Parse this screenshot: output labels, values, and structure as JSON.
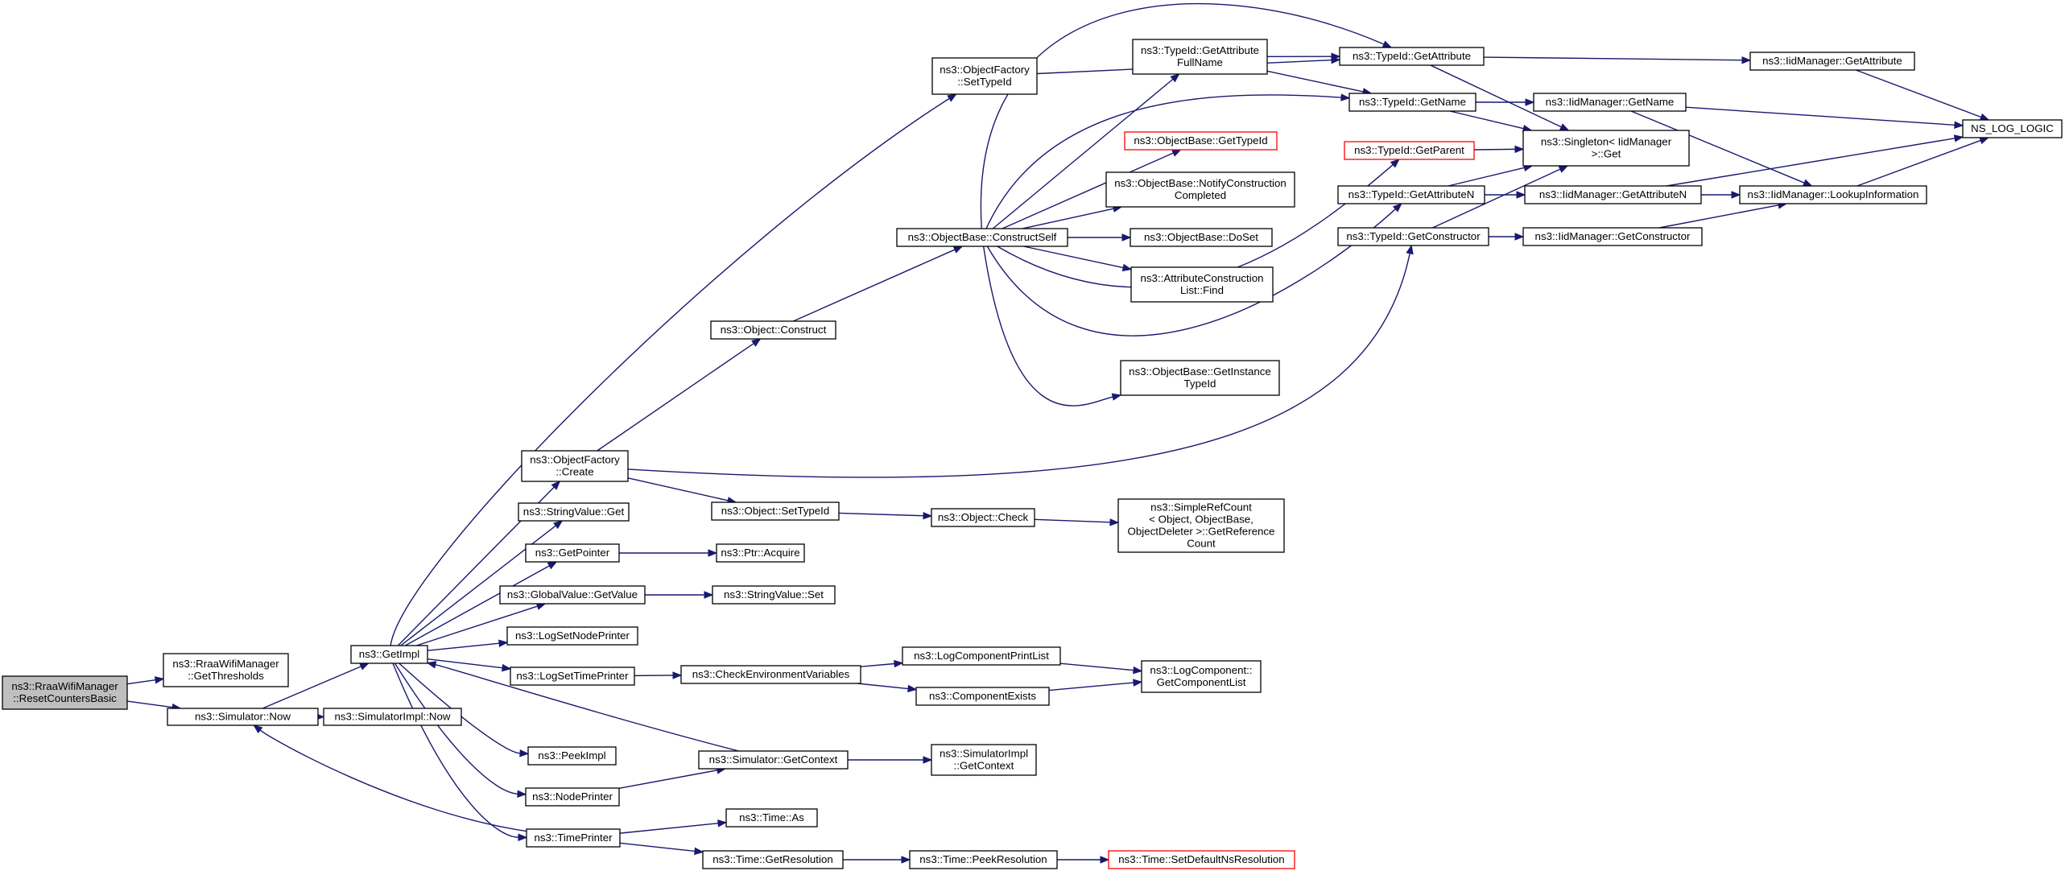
{
  "colors": {
    "edge": "#191970",
    "root_fill": "#bfbfbf",
    "highlight_border": "#ff0000"
  },
  "nodes": [
    {
      "id": "root",
      "lines": [
        "ns3::RraaWifiManager",
        "::ResetCountersBasic"
      ],
      "style": "root"
    },
    {
      "id": "getthresholds",
      "lines": [
        "ns3::RraaWifiManager",
        "::GetThresholds"
      ]
    },
    {
      "id": "simnow",
      "lines": [
        "ns3::Simulator::Now"
      ]
    },
    {
      "id": "simimplnow",
      "lines": [
        "ns3::SimulatorImpl::Now"
      ]
    },
    {
      "id": "getimpl",
      "lines": [
        "ns3::GetImpl"
      ]
    },
    {
      "id": "objfactorycreate",
      "lines": [
        "ns3::ObjectFactory",
        "::Create"
      ]
    },
    {
      "id": "stringvalueget",
      "lines": [
        "ns3::StringValue::Get"
      ]
    },
    {
      "id": "getpointer",
      "lines": [
        "ns3::GetPointer"
      ]
    },
    {
      "id": "globalvaluegetvalue",
      "lines": [
        "ns3::GlobalValue::GetValue"
      ]
    },
    {
      "id": "logsetnodeprinter",
      "lines": [
        "ns3::LogSetNodePrinter"
      ]
    },
    {
      "id": "logsettimeprinter",
      "lines": [
        "ns3::LogSetTimePrinter"
      ]
    },
    {
      "id": "peekimpl",
      "lines": [
        "ns3::PeekImpl"
      ]
    },
    {
      "id": "nodeprinter",
      "lines": [
        "ns3::NodePrinter"
      ]
    },
    {
      "id": "timeprinter",
      "lines": [
        "ns3::TimePrinter"
      ]
    },
    {
      "id": "objfactorysettypeid",
      "lines": [
        "ns3::ObjectFactory",
        "::SetTypeId"
      ]
    },
    {
      "id": "objectconstruct",
      "lines": [
        "ns3::Object::Construct"
      ]
    },
    {
      "id": "objectsettypeid",
      "lines": [
        "ns3::Object::SetTypeId"
      ]
    },
    {
      "id": "ptracquire",
      "lines": [
        "ns3::Ptr::Acquire"
      ]
    },
    {
      "id": "stringvalueset",
      "lines": [
        "ns3::StringValue::Set"
      ]
    },
    {
      "id": "checkenv",
      "lines": [
        "ns3::CheckEnvironmentVariables"
      ]
    },
    {
      "id": "simgetcontext",
      "lines": [
        "ns3::Simulator::GetContext"
      ]
    },
    {
      "id": "timeas",
      "lines": [
        "ns3::Time::As"
      ]
    },
    {
      "id": "timegetres",
      "lines": [
        "ns3::Time::GetResolution"
      ]
    },
    {
      "id": "constructself",
      "lines": [
        "ns3::ObjectBase::ConstructSelf"
      ]
    },
    {
      "id": "objectcheck",
      "lines": [
        "ns3::Object::Check"
      ]
    },
    {
      "id": "logcompprintlist",
      "lines": [
        "ns3::LogComponentPrintList"
      ]
    },
    {
      "id": "compexists",
      "lines": [
        "ns3::ComponentExists"
      ]
    },
    {
      "id": "simimplgetcontext",
      "lines": [
        "ns3::SimulatorImpl",
        "::GetContext"
      ]
    },
    {
      "id": "timepeekres",
      "lines": [
        "ns3::Time::PeekResolution"
      ]
    },
    {
      "id": "getattrfullname",
      "lines": [
        "ns3::TypeId::GetAttribute",
        "FullName"
      ]
    },
    {
      "id": "objbasegettypeid",
      "lines": [
        "ns3::ObjectBase::GetTypeId"
      ],
      "style": "red"
    },
    {
      "id": "notifyconstruction",
      "lines": [
        "ns3::ObjectBase::NotifyConstruction",
        "Completed"
      ]
    },
    {
      "id": "objbasedoset",
      "lines": [
        "ns3::ObjectBase::DoSet"
      ]
    },
    {
      "id": "attrconstructionfind",
      "lines": [
        "ns3::AttributeConstruction",
        "List::Find"
      ]
    },
    {
      "id": "getinstancetypeid",
      "lines": [
        "ns3::ObjectBase::GetInstance",
        "TypeId"
      ]
    },
    {
      "id": "simplerefcount",
      "lines": [
        "ns3::SimpleRefCount",
        "< Object, ObjectBase,",
        "ObjectDeleter >::GetReference",
        "Count"
      ]
    },
    {
      "id": "logcompgetlist",
      "lines": [
        "ns3::LogComponent::",
        "GetComponentList"
      ]
    },
    {
      "id": "setdefaultnsres",
      "lines": [
        "ns3::Time::SetDefaultNsResolution"
      ],
      "style": "red"
    },
    {
      "id": "typeidgetattribute",
      "lines": [
        "ns3::TypeId::GetAttribute"
      ]
    },
    {
      "id": "typeidgetname",
      "lines": [
        "ns3::TypeId::GetName"
      ]
    },
    {
      "id": "typeidgetparent",
      "lines": [
        "ns3::TypeId::GetParent"
      ],
      "style": "red"
    },
    {
      "id": "typeidgetattributen",
      "lines": [
        "ns3::TypeId::GetAttributeN"
      ]
    },
    {
      "id": "typeidgetconstructor",
      "lines": [
        "ns3::TypeId::GetConstructor"
      ]
    },
    {
      "id": "iidmgrgetattribute",
      "lines": [
        "ns3::IidManager::GetAttribute"
      ]
    },
    {
      "id": "iidmgrgetname",
      "lines": [
        "ns3::IidManager::GetName"
      ]
    },
    {
      "id": "singleton",
      "lines": [
        "ns3::Singleton< IidManager",
        ">::Get"
      ]
    },
    {
      "id": "iidmgrgetattributen",
      "lines": [
        "ns3::IidManager::GetAttributeN"
      ]
    },
    {
      "id": "iidmgrgetconstructor",
      "lines": [
        "ns3::IidManager::GetConstructor"
      ]
    },
    {
      "id": "iidmgrlookup",
      "lines": [
        "ns3::IidManager::LookupInformation"
      ]
    },
    {
      "id": "nslog",
      "lines": [
        "NS_LOG_LOGIC"
      ]
    }
  ],
  "edges": [
    [
      "root",
      "getthresholds"
    ],
    [
      "root",
      "simnow"
    ],
    [
      "simnow",
      "simimplnow"
    ],
    [
      "simnow",
      "getimpl"
    ],
    [
      "getimpl",
      "objfactorycreate"
    ],
    [
      "getimpl",
      "stringvalueget"
    ],
    [
      "getimpl",
      "getpointer"
    ],
    [
      "getimpl",
      "globalvaluegetvalue"
    ],
    [
      "getimpl",
      "logsetnodeprinter"
    ],
    [
      "getimpl",
      "logsettimeprinter"
    ],
    [
      "getimpl",
      "peekimpl"
    ],
    [
      "getimpl",
      "nodeprinter"
    ],
    [
      "getimpl",
      "timeprinter"
    ],
    [
      "getimpl",
      "objfactorysettypeid"
    ],
    [
      "objfactorycreate",
      "objectconstruct"
    ],
    [
      "objfactorycreate",
      "objectsettypeid"
    ],
    [
      "objfactorycreate",
      "typeidgetconstructor"
    ],
    [
      "getpointer",
      "ptracquire"
    ],
    [
      "globalvaluegetvalue",
      "stringvalueset"
    ],
    [
      "logsettimeprinter",
      "checkenv"
    ],
    [
      "simgetcontext",
      "getimpl"
    ],
    [
      "nodeprinter",
      "simgetcontext"
    ],
    [
      "timeprinter",
      "simnow"
    ],
    [
      "timeprinter",
      "timeas"
    ],
    [
      "timeprinter",
      "timegetres"
    ],
    [
      "objfactorysettypeid",
      "typeidgetattribute"
    ],
    [
      "objectconstruct",
      "constructself"
    ],
    [
      "objectsettypeid",
      "objectcheck"
    ],
    [
      "checkenv",
      "logcompprintlist"
    ],
    [
      "checkenv",
      "compexists"
    ],
    [
      "simgetcontext",
      "simimplgetcontext"
    ],
    [
      "timegetres",
      "timepeekres"
    ],
    [
      "constructself",
      "getattrfullname"
    ],
    [
      "constructself",
      "objbasegettypeid"
    ],
    [
      "constructself",
      "notifyconstruction"
    ],
    [
      "constructself",
      "objbasedoset"
    ],
    [
      "constructself",
      "attrconstructionfind"
    ],
    [
      "constructself",
      "getinstancetypeid"
    ],
    [
      "constructself",
      "typeidgetattribute"
    ],
    [
      "constructself",
      "typeidgetname"
    ],
    [
      "constructself",
      "typeidgetattributen"
    ],
    [
      "constructself",
      "typeidgetparent"
    ],
    [
      "objectcheck",
      "simplerefcount"
    ],
    [
      "logcompprintlist",
      "logcompgetlist"
    ],
    [
      "compexists",
      "logcompgetlist"
    ],
    [
      "timepeekres",
      "setdefaultnsres"
    ],
    [
      "getattrfullname",
      "typeidgetattribute"
    ],
    [
      "getattrfullname",
      "typeidgetname"
    ],
    [
      "typeidgetattribute",
      "iidmgrgetattribute"
    ],
    [
      "typeidgetattribute",
      "singleton"
    ],
    [
      "typeidgetname",
      "iidmgrgetname"
    ],
    [
      "typeidgetname",
      "singleton"
    ],
    [
      "typeidgetparent",
      "singleton"
    ],
    [
      "typeidgetattributen",
      "iidmgrgetattributen"
    ],
    [
      "typeidgetattributen",
      "singleton"
    ],
    [
      "typeidgetconstructor",
      "iidmgrgetconstructor"
    ],
    [
      "typeidgetconstructor",
      "singleton"
    ],
    [
      "iidmgrgetattribute",
      "nslog"
    ],
    [
      "iidmgrgetname",
      "nslog"
    ],
    [
      "iidmgrgetname",
      "iidmgrlookup"
    ],
    [
      "iidmgrgetattributen",
      "iidmgrlookup"
    ],
    [
      "iidmgrgetattributen",
      "nslog"
    ],
    [
      "iidmgrgetconstructor",
      "iidmgrlookup"
    ],
    [
      "iidmgrlookup",
      "nslog"
    ]
  ]
}
